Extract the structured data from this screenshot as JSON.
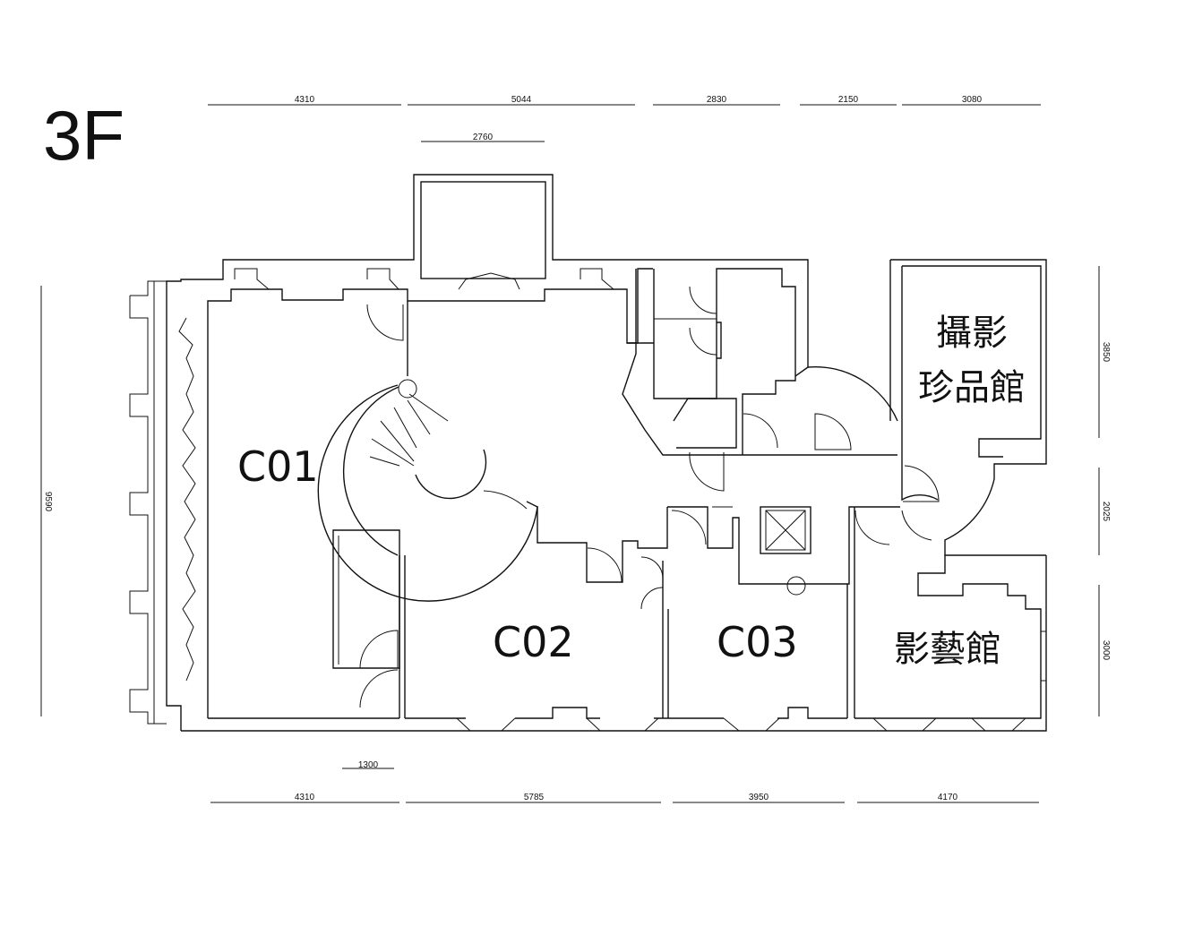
{
  "floor": {
    "label": "3F"
  },
  "rooms": {
    "c01": "C01",
    "c02": "C02",
    "c03": "C03",
    "photo_gallery_line1": "攝影",
    "photo_gallery_line2": "珍品館",
    "art_gallery": "影藝館"
  },
  "dimensions": {
    "top": [
      "4310",
      "5044",
      "2830",
      "2150",
      "3080"
    ],
    "top_sub": "2760",
    "bottom": [
      "4310",
      "5785",
      "3950",
      "4170"
    ],
    "bottom_sub": "1300",
    "left": "9590",
    "right": [
      "3850",
      "2025",
      "3000"
    ]
  }
}
